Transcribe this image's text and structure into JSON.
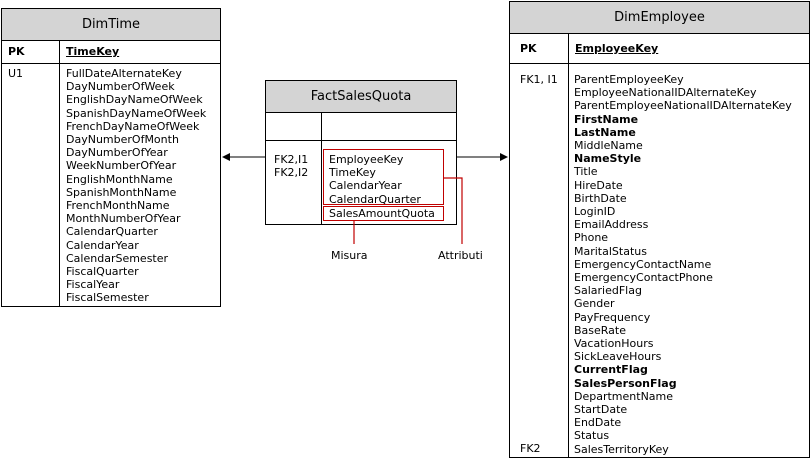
{
  "dim_time": {
    "title": "DimTime",
    "pk_label": "PK",
    "pk_field": "TimeKey",
    "key_markers": [
      "U1"
    ],
    "fields": [
      "FullDateAlternateKey",
      "DayNumberOfWeek",
      "EnglishDayNameOfWeek",
      "SpanishDayNameOfWeek",
      "FrenchDayNameOfWeek",
      "DayNumberOfMonth",
      "DayNumberOfYear",
      "WeekNumberOfYear",
      "EnglishMonthName",
      "SpanishMonthName",
      "FrenchMonthName",
      "MonthNumberOfYear",
      "CalendarQuarter",
      "CalendarYear",
      "CalendarSemester",
      "FiscalQuarter",
      "FiscalYear",
      "FiscalSemester"
    ]
  },
  "fact_sales_quota": {
    "title": "FactSalesQuota",
    "key_markers": [
      "FK2,I1",
      "FK2,I2"
    ],
    "attribute_fields": [
      "EmployeeKey",
      "TimeKey",
      "CalendarYear",
      "CalendarQuarter"
    ],
    "measure_field": "SalesAmountQuota"
  },
  "dim_employee": {
    "title": "DimEmployee",
    "pk_label": "PK",
    "pk_field": "EmployeeKey",
    "key_markers": [
      "FK1, I1",
      "FK2"
    ],
    "fields": [
      {
        "name": "ParentEmployeeKey",
        "bold": false
      },
      {
        "name": "EmployeeNationalIDAlternateKey",
        "bold": false
      },
      {
        "name": "ParentEmployeeNationalIDAlternateKey",
        "bold": false
      },
      {
        "name": "FirstName",
        "bold": true
      },
      {
        "name": "LastName",
        "bold": true
      },
      {
        "name": "MiddleName",
        "bold": false
      },
      {
        "name": "NameStyle",
        "bold": true
      },
      {
        "name": "Title",
        "bold": false
      },
      {
        "name": "HireDate",
        "bold": false
      },
      {
        "name": "BirthDate",
        "bold": false
      },
      {
        "name": "LoginID",
        "bold": false
      },
      {
        "name": "EmailAddress",
        "bold": false
      },
      {
        "name": "Phone",
        "bold": false
      },
      {
        "name": "MaritalStatus",
        "bold": false
      },
      {
        "name": "EmergencyContactName",
        "bold": false
      },
      {
        "name": "EmergencyContactPhone",
        "bold": false
      },
      {
        "name": "SalariedFlag",
        "bold": false
      },
      {
        "name": "Gender",
        "bold": false
      },
      {
        "name": "PayFrequency",
        "bold": false
      },
      {
        "name": "BaseRate",
        "bold": false
      },
      {
        "name": "VacationHours",
        "bold": false
      },
      {
        "name": "SickLeaveHours",
        "bold": false
      },
      {
        "name": "CurrentFlag",
        "bold": true
      },
      {
        "name": "SalesPersonFlag",
        "bold": true
      },
      {
        "name": "DepartmentName",
        "bold": false
      },
      {
        "name": "StartDate",
        "bold": false
      },
      {
        "name": "EndDate",
        "bold": false
      },
      {
        "name": "Status",
        "bold": false
      },
      {
        "name": "SalesTerritoryKey",
        "bold": false
      }
    ]
  },
  "annotations": {
    "measure_label": "Misura",
    "attributes_label": "Attributi"
  },
  "colors": {
    "header_fill": "#d4d4d4",
    "highlight": "#c00000",
    "line": "#000000"
  }
}
